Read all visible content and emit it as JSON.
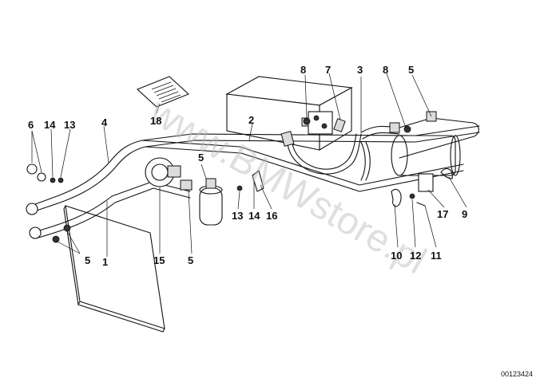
{
  "labels": {
    "l1": "1",
    "l2": "2",
    "l3": "3",
    "l4": "4",
    "l5a": "5",
    "l5b": "5",
    "l5c": "5",
    "l5d": "5",
    "l6": "6",
    "l7": "7",
    "l8a": "8",
    "l8b": "8",
    "l9": "9",
    "l10": "10",
    "l11": "11",
    "l12": "12",
    "l13a": "13",
    "l13b": "13",
    "l14a": "14",
    "l14b": "14",
    "l15": "15",
    "l16": "16",
    "l17": "17",
    "l18": "18"
  },
  "watermark": "www.BMWstore.pl",
  "drawing_id": "00123424"
}
